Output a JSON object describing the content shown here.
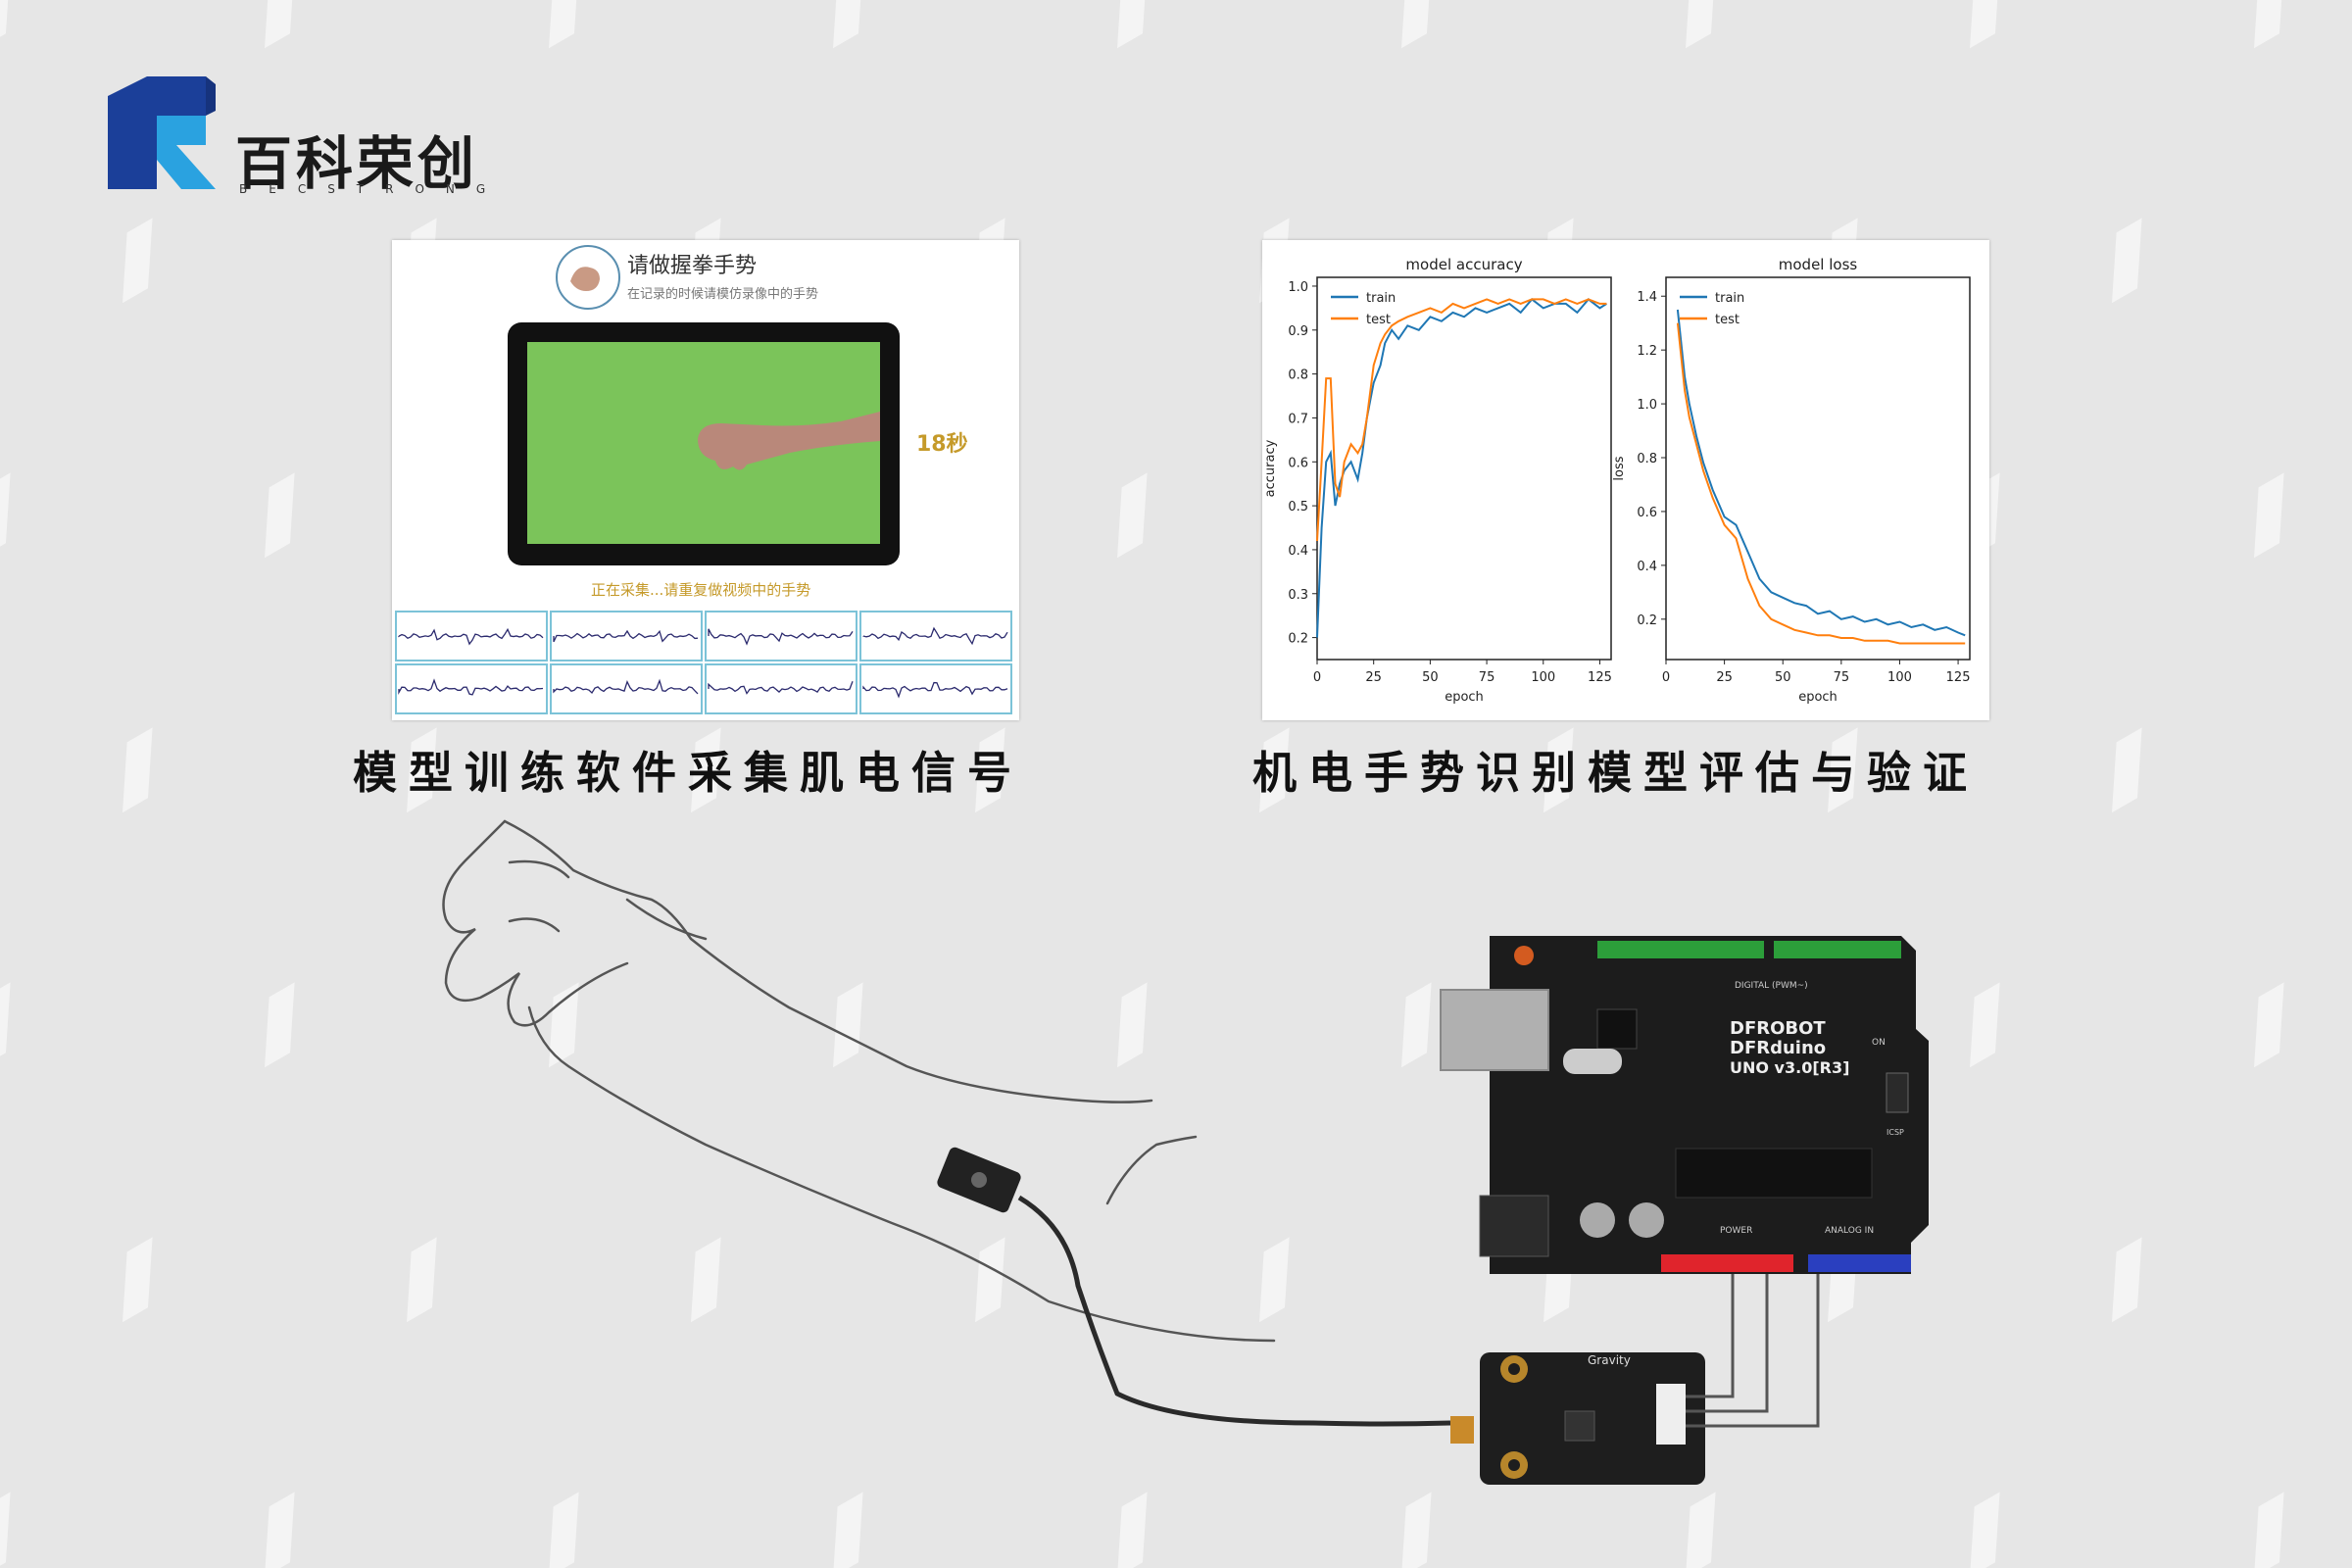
{
  "brand": {
    "name": "百科荣创",
    "subtitle": "BECSTRONG"
  },
  "left_panel": {
    "prompt_title": "请做握拳手势",
    "prompt_subtitle": "在记录的时候请模仿录像中的手势",
    "timer": "18秒",
    "collecting": "正在采集...请重复做视频中的手势",
    "caption": "模型训练软件采集肌电信号"
  },
  "right_panel": {
    "caption": "机电手势识别模型评估与验证"
  },
  "board": {
    "line1": "DFROBOT",
    "line2": "DFRduino",
    "line3": "UNO v3.0[R3]",
    "header_digital": "DIGITAL (PWM~)",
    "header_power": "POWER",
    "header_analog": "ANALOG IN",
    "on_label": "ON",
    "icsp_label": "ICSP"
  },
  "sensor": {
    "label": "Gravity"
  },
  "colors": {
    "train": "#1f77b4",
    "test": "#ff7f0e",
    "board": "#1c1c1c",
    "timer": "#c59a2a"
  },
  "chart_data": [
    {
      "type": "line",
      "title": "model accuracy",
      "xlabel": "epoch",
      "ylabel": "accuracy",
      "xlim": [
        0,
        130
      ],
      "ylim": [
        0.15,
        1.02
      ],
      "xticks": [
        0,
        25,
        50,
        75,
        100,
        125
      ],
      "yticks": [
        0.2,
        0.3,
        0.4,
        0.5,
        0.6,
        0.7,
        0.8,
        0.9,
        1.0
      ],
      "legend": "top-left",
      "series": [
        {
          "name": "train",
          "color": "#1f77b4",
          "x": [
            0,
            2,
            4,
            6,
            8,
            10,
            12,
            15,
            18,
            20,
            22,
            25,
            28,
            30,
            33,
            36,
            40,
            45,
            50,
            55,
            60,
            65,
            70,
            75,
            80,
            85,
            90,
            95,
            100,
            105,
            110,
            115,
            120,
            125,
            128
          ],
          "y": [
            0.2,
            0.45,
            0.6,
            0.62,
            0.5,
            0.55,
            0.58,
            0.6,
            0.56,
            0.62,
            0.7,
            0.78,
            0.82,
            0.87,
            0.9,
            0.88,
            0.91,
            0.9,
            0.93,
            0.92,
            0.94,
            0.93,
            0.95,
            0.94,
            0.95,
            0.96,
            0.94,
            0.97,
            0.95,
            0.96,
            0.96,
            0.94,
            0.97,
            0.95,
            0.96
          ]
        },
        {
          "name": "test",
          "color": "#ff7f0e",
          "x": [
            0,
            2,
            4,
            6,
            8,
            10,
            12,
            15,
            18,
            20,
            22,
            25,
            28,
            30,
            33,
            36,
            40,
            45,
            50,
            55,
            60,
            65,
            70,
            75,
            80,
            85,
            90,
            95,
            100,
            105,
            110,
            115,
            120,
            125,
            128
          ],
          "y": [
            0.42,
            0.6,
            0.79,
            0.79,
            0.55,
            0.52,
            0.6,
            0.64,
            0.62,
            0.64,
            0.7,
            0.82,
            0.87,
            0.89,
            0.91,
            0.92,
            0.93,
            0.94,
            0.95,
            0.94,
            0.96,
            0.95,
            0.96,
            0.97,
            0.96,
            0.97,
            0.96,
            0.97,
            0.97,
            0.96,
            0.97,
            0.96,
            0.97,
            0.96,
            0.96
          ]
        }
      ]
    },
    {
      "type": "line",
      "title": "model loss",
      "xlabel": "epoch",
      "ylabel": "loss",
      "xlim": [
        0,
        130
      ],
      "ylim": [
        0.05,
        1.47
      ],
      "xticks": [
        0,
        25,
        50,
        75,
        100,
        125
      ],
      "yticks": [
        0.2,
        0.4,
        0.6,
        0.8,
        1.0,
        1.2,
        1.4
      ],
      "legend": "top-left",
      "series": [
        {
          "name": "train",
          "color": "#1f77b4",
          "x": [
            5,
            8,
            10,
            13,
            16,
            20,
            25,
            30,
            35,
            40,
            45,
            50,
            55,
            60,
            65,
            70,
            75,
            80,
            85,
            90,
            95,
            100,
            105,
            110,
            115,
            120,
            125,
            128
          ],
          "y": [
            1.35,
            1.1,
            1.0,
            0.88,
            0.78,
            0.68,
            0.58,
            0.55,
            0.45,
            0.35,
            0.3,
            0.28,
            0.26,
            0.25,
            0.22,
            0.23,
            0.2,
            0.21,
            0.19,
            0.2,
            0.18,
            0.19,
            0.17,
            0.18,
            0.16,
            0.17,
            0.15,
            0.14
          ]
        },
        {
          "name": "test",
          "color": "#ff7f0e",
          "x": [
            5,
            8,
            10,
            13,
            16,
            20,
            25,
            30,
            35,
            40,
            45,
            50,
            55,
            60,
            65,
            70,
            75,
            80,
            85,
            90,
            95,
            100,
            105,
            110,
            115,
            120,
            125,
            128
          ],
          "y": [
            1.3,
            1.05,
            0.95,
            0.85,
            0.75,
            0.65,
            0.55,
            0.5,
            0.35,
            0.25,
            0.2,
            0.18,
            0.16,
            0.15,
            0.14,
            0.14,
            0.13,
            0.13,
            0.12,
            0.12,
            0.12,
            0.11,
            0.11,
            0.11,
            0.11,
            0.11,
            0.11,
            0.11
          ]
        }
      ]
    }
  ]
}
